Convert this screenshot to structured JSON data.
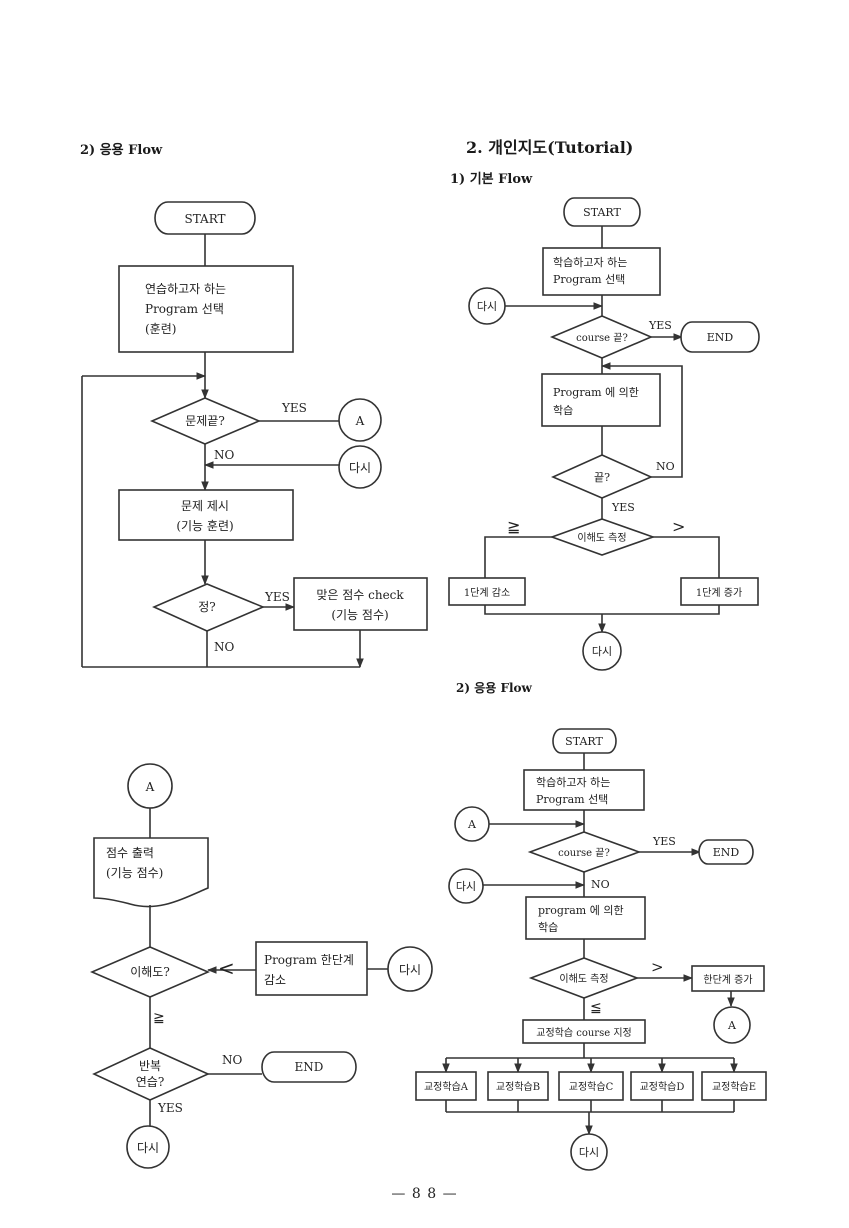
{
  "headings": {
    "left_applied": "2) 응용 Flow",
    "tutorial_title": "2. 개인지도(Tutorial)",
    "tutorial_basic": "1) 기본 Flow",
    "tutorial_applied": "2) 응용 Flow"
  },
  "page_number": "— 8 8 —",
  "flow_a": {
    "start": "START",
    "select": [
      "연습하고자 하는",
      "Program 선택",
      "(훈련)"
    ],
    "q_end": "문제끝?",
    "yes": "YES",
    "connector_a": "A",
    "no": "NO",
    "connector_again": "다시",
    "present": [
      "문제 제시",
      "(기능 훈련)"
    ],
    "q_correct": "정?",
    "yes2": "YES",
    "score_check": [
      "맞은 점수 check",
      "(기능 점수)"
    ],
    "no2": "NO"
  },
  "flow_b": {
    "connector_a": "A",
    "output": [
      "점수 출력",
      "(기능 점수)"
    ],
    "q_understand": "이해도?",
    "less": "<",
    "step_down": [
      "Program 한단계",
      "감소"
    ],
    "connector_again": "다시",
    "gte": "≧",
    "q_repeat": [
      "반복",
      "연습?"
    ],
    "no": "NO",
    "end": "END",
    "yes": "YES",
    "connector_again2": "다시"
  },
  "flow_c": {
    "start": "START",
    "select": [
      "학습하고자 하는",
      "Program 선택"
    ],
    "connector_again": "다시",
    "q_course": "course 끝?",
    "yes": "YES",
    "end": "END",
    "learn": [
      "Program 에 의한",
      "학습"
    ],
    "q_end": "끝?",
    "no": "NO",
    "yes2": "YES",
    "q_measure": "이해도 측정",
    "gte": "≧",
    "gt": ">",
    "down": "1단계 감소",
    "up": "1단계 증가",
    "connector_again2": "다시"
  },
  "flow_d": {
    "start": "START",
    "select": [
      "학습하고자 하는",
      "Program 선택"
    ],
    "connector_a": "A",
    "q_course": "course 끝?",
    "yes": "YES",
    "end": "END",
    "connector_again": "다시",
    "no": "NO",
    "learn": [
      "program 에 의한",
      "학습"
    ],
    "q_measure": "이해도 측정",
    "gt": ">",
    "up": "한단계 증가",
    "connector_a2": "A",
    "lte": "≦",
    "assign": "교정학습 course 지정",
    "remedial": [
      "교정학습A",
      "교정학습B",
      "교정학습C",
      "교정학습D",
      "교정학습E"
    ],
    "connector_again2": "다시"
  }
}
